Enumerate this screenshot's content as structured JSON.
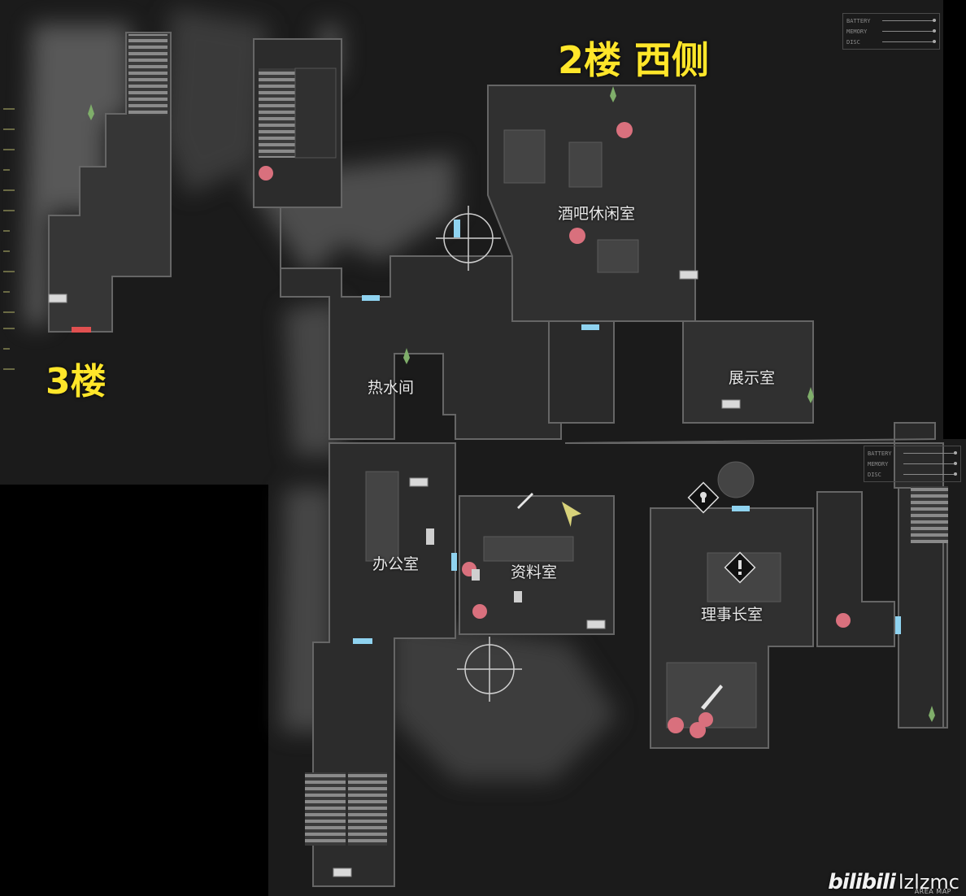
{
  "floors": {
    "floor2_west": "2楼 西侧",
    "floor3": "3楼"
  },
  "rooms": {
    "bar_lounge": "酒吧休闲室",
    "hot_water_room": "热水间",
    "exhibition_room": "展示室",
    "office": "办公室",
    "archive_room": "资料室",
    "director_office": "理事长室"
  },
  "status_panel_top": {
    "battery": "BATTERY",
    "memory": "MEMORY",
    "disc": "DISC"
  },
  "status_panel_bottom": {
    "battery": "BATTERY",
    "memory": "MEMORY",
    "disc": "DISC"
  },
  "watermark": {
    "logo": "bilibili",
    "user": "lzlzmc",
    "tag": "AREA MAP"
  },
  "colors": {
    "floor_label": "#ffe62a",
    "door": "#8fd3f0",
    "locked_door": "#e05050",
    "wall": "#5b5b5b",
    "room_fill": "#2e2e2e",
    "flower": "#d9707d",
    "plant": "#7fae6a"
  },
  "icons": [
    "plant-icon",
    "flower-icon",
    "save-point-icon",
    "keyhole-icon",
    "exclamation-icon",
    "player-arrow-icon",
    "document-icon",
    "knife-icon",
    "crosshair-icon"
  ]
}
